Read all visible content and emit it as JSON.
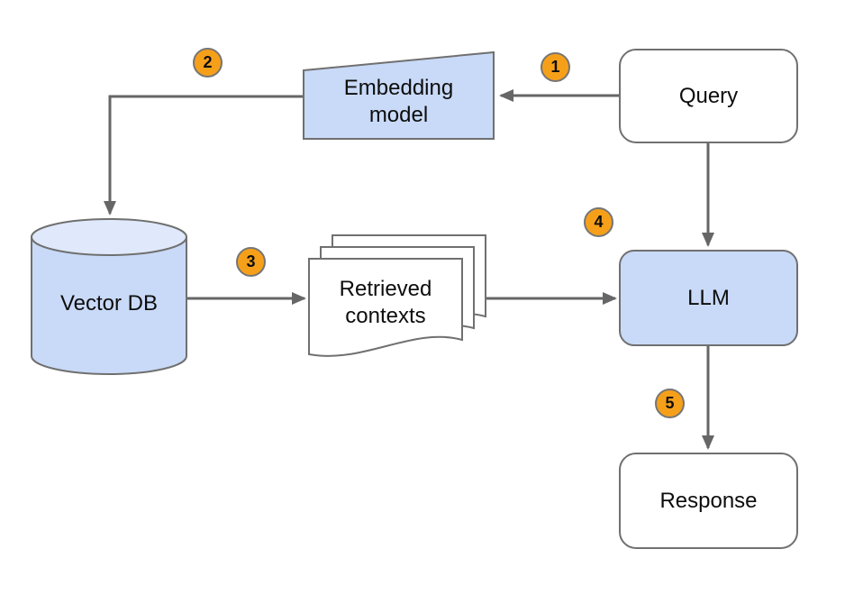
{
  "diagram": {
    "nodes": {
      "embedding_model": {
        "label": "Embedding model"
      },
      "query": {
        "label": "Query"
      },
      "vector_db": {
        "label": "Vector DB"
      },
      "retrieved_contexts": {
        "label": "Retrieved contexts"
      },
      "llm": {
        "label": "LLM"
      },
      "response": {
        "label": "Response"
      }
    },
    "badges": [
      "1",
      "2",
      "3",
      "4",
      "5"
    ],
    "edges": [
      {
        "from": "query",
        "to": "embedding_model",
        "step": "1"
      },
      {
        "from": "embedding_model",
        "to": "vector_db",
        "step": "2"
      },
      {
        "from": "vector_db",
        "to": "retrieved_contexts",
        "step": "3"
      },
      {
        "from": "retrieved_contexts",
        "to": "llm",
        "step": "4"
      },
      {
        "from": "query",
        "to": "llm",
        "step": ""
      },
      {
        "from": "llm",
        "to": "response",
        "step": "5"
      }
    ],
    "colors": {
      "node_fill_blue": "#c9daf8",
      "node_fill_light": "#dfe9fb",
      "node_fill_white": "#ffffff",
      "shape_stroke": "#707070",
      "edge_stroke": "#666666",
      "badge_fill": "#f6a01a",
      "badge_border": "#757575",
      "text_color": "#0d0d0d"
    }
  }
}
